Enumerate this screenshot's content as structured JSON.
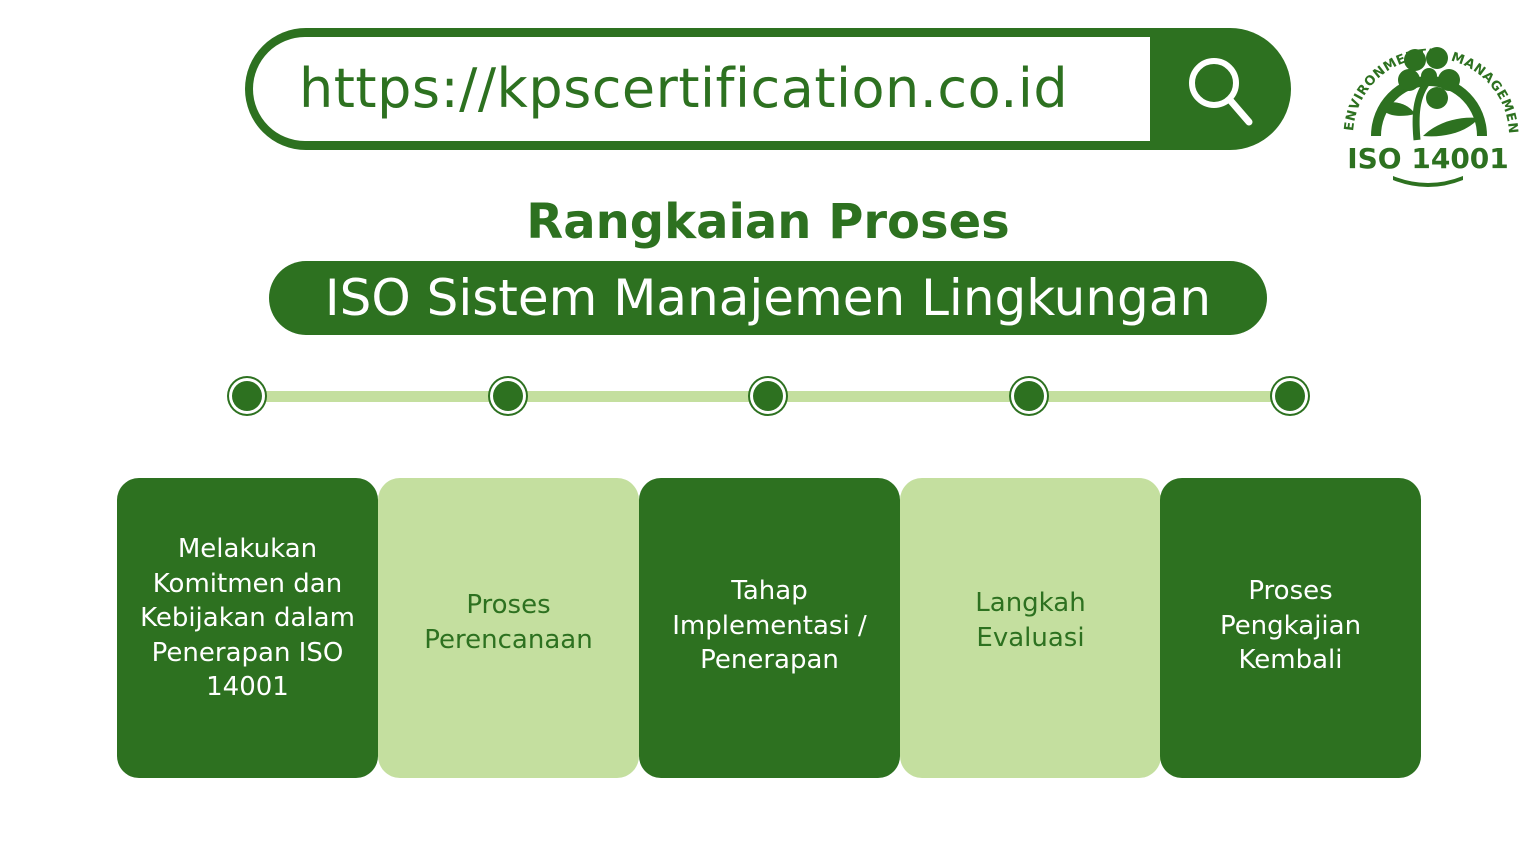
{
  "search": {
    "url": "https://kpscertification.co.id",
    "button_icon": "search-icon"
  },
  "logo": {
    "arc_text": "ENVIRONMENTAL MANAGEMENT SYSTEM",
    "label": "ISO 14001",
    "icon": "flower-plant-icon"
  },
  "header": {
    "subtitle": "Rangkaian Proses",
    "title": "ISO Sistem Manajemen Lingkungan"
  },
  "colors": {
    "dark_green": "#2d7120",
    "light_green": "#c4df9f",
    "background": "#ffffff"
  },
  "timeline": {
    "dots": [
      247,
      508,
      768,
      1029,
      1290
    ]
  },
  "steps": [
    {
      "label": "Melakukan Komitmen dan Kebijakan dalam Penerapan ISO 14001",
      "lines": [
        "Melakukan",
        "Komitmen dan",
        "Kebijakan dalam",
        "Penerapan ISO",
        "14001"
      ],
      "style": "dark"
    },
    {
      "label": "Proses Perencanaan",
      "lines": [
        "Proses",
        "Perencanaan"
      ],
      "style": "light"
    },
    {
      "label": "Tahap Implementasi / Penerapan",
      "lines": [
        "Tahap",
        "Implementasi /",
        "Penerapan"
      ],
      "style": "dark"
    },
    {
      "label": "Langkah Evaluasi",
      "lines": [
        "Langkah",
        "Evaluasi"
      ],
      "style": "light"
    },
    {
      "label": "Proses Pengkajian Kembali",
      "lines": [
        "Proses",
        "Pengkajian",
        "Kembali"
      ],
      "style": "dark"
    }
  ]
}
